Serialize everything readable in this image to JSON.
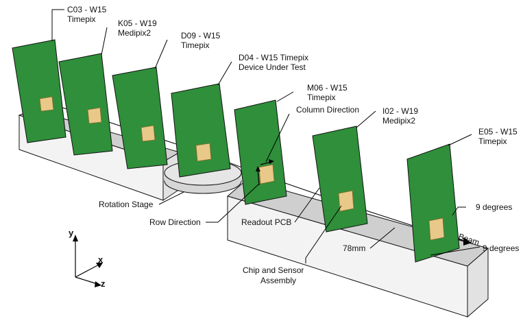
{
  "colors": {
    "board": "#2f8f3a",
    "board_dark": "#1c5c26",
    "chip": "#e8c98a",
    "block_top": "#cfcfcf",
    "block_front": "#f2f2f2",
    "block_side": "#e4e4e4",
    "stage": "#e0e0e0"
  },
  "planes": [
    {
      "line1": "C03 - W15",
      "line2": "Timepix"
    },
    {
      "line1": "K05 - W19",
      "line2": "Medipix2"
    },
    {
      "line1": "D09 - W15",
      "line2": "Timepix"
    },
    {
      "line1": "D04 - W15 Timepix",
      "line2": "Device Under Test"
    },
    {
      "line1": "M06 - W15",
      "line2": "Timepix"
    },
    {
      "line1": "I02 - W19",
      "line2": "Medipix2"
    },
    {
      "line1": "E05 - W15",
      "line2": "Timepix"
    }
  ],
  "annotations": {
    "column_direction": "Column Direction",
    "row_direction": "Row Direction",
    "rotation_stage": "Rotation Stage",
    "readout_pcb": "Readout PCB",
    "chip_assembly_line1": "Chip and Sensor",
    "chip_assembly_line2": "Assembly",
    "spacing": "78mm",
    "tilt_1": "9 degrees",
    "tilt_2": "9 degrees",
    "beam": "Beam"
  },
  "axes": {
    "y": "y",
    "x": "x",
    "z": "z"
  }
}
